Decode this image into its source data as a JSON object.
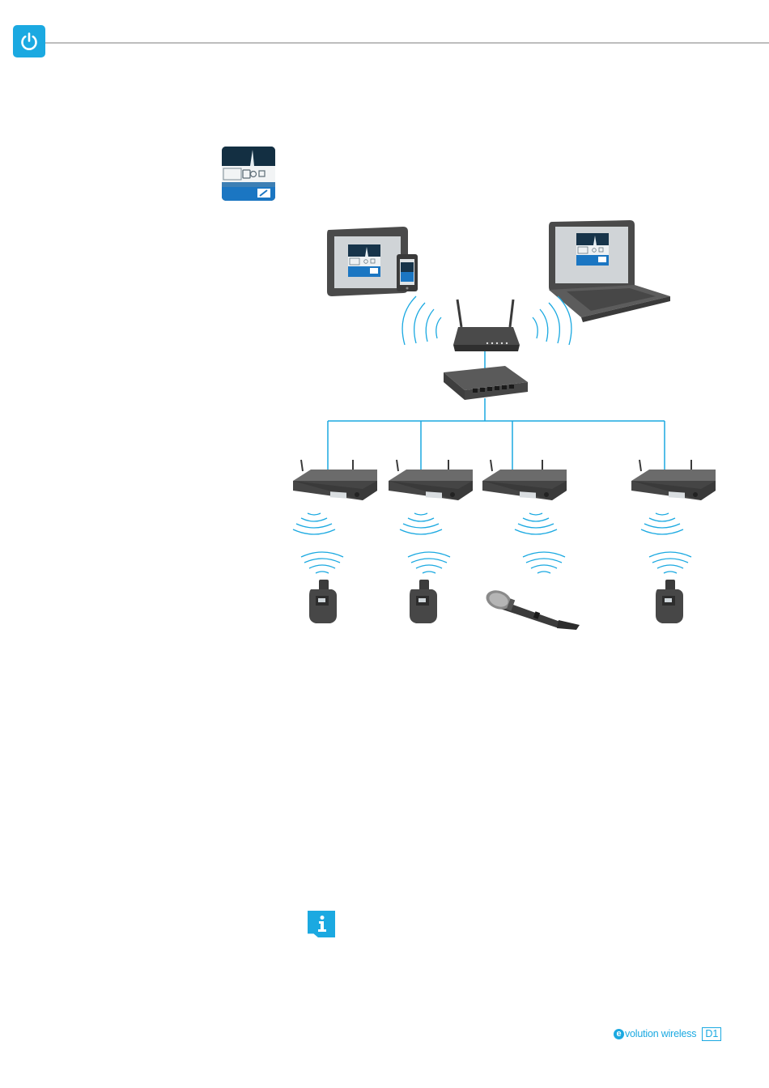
{
  "colors": {
    "accent": "#1ba9e1",
    "rule": "#bdbdbd",
    "device_dark": "#3a3a3a",
    "device_mid": "#5a5a5a",
    "network_line": "#1ba9e1"
  },
  "header": {
    "icon": "power-icon"
  },
  "app_icon": {
    "icon": "ew-d-smart-assist-app-icon"
  },
  "diagram": {
    "icons": [
      "tablet-icon",
      "smartphone-icon",
      "laptop-icon",
      "wifi-router-icon",
      "network-switch-icon",
      "receiver-icon",
      "bodypack-transmitter-icon",
      "handheld-microphone-icon",
      "wireless-signal-icon"
    ]
  },
  "note": {
    "icon": "info-icon"
  },
  "footer": {
    "brand_initial": "e",
    "brand_text": "volution wireless",
    "brand_model": "D1"
  }
}
